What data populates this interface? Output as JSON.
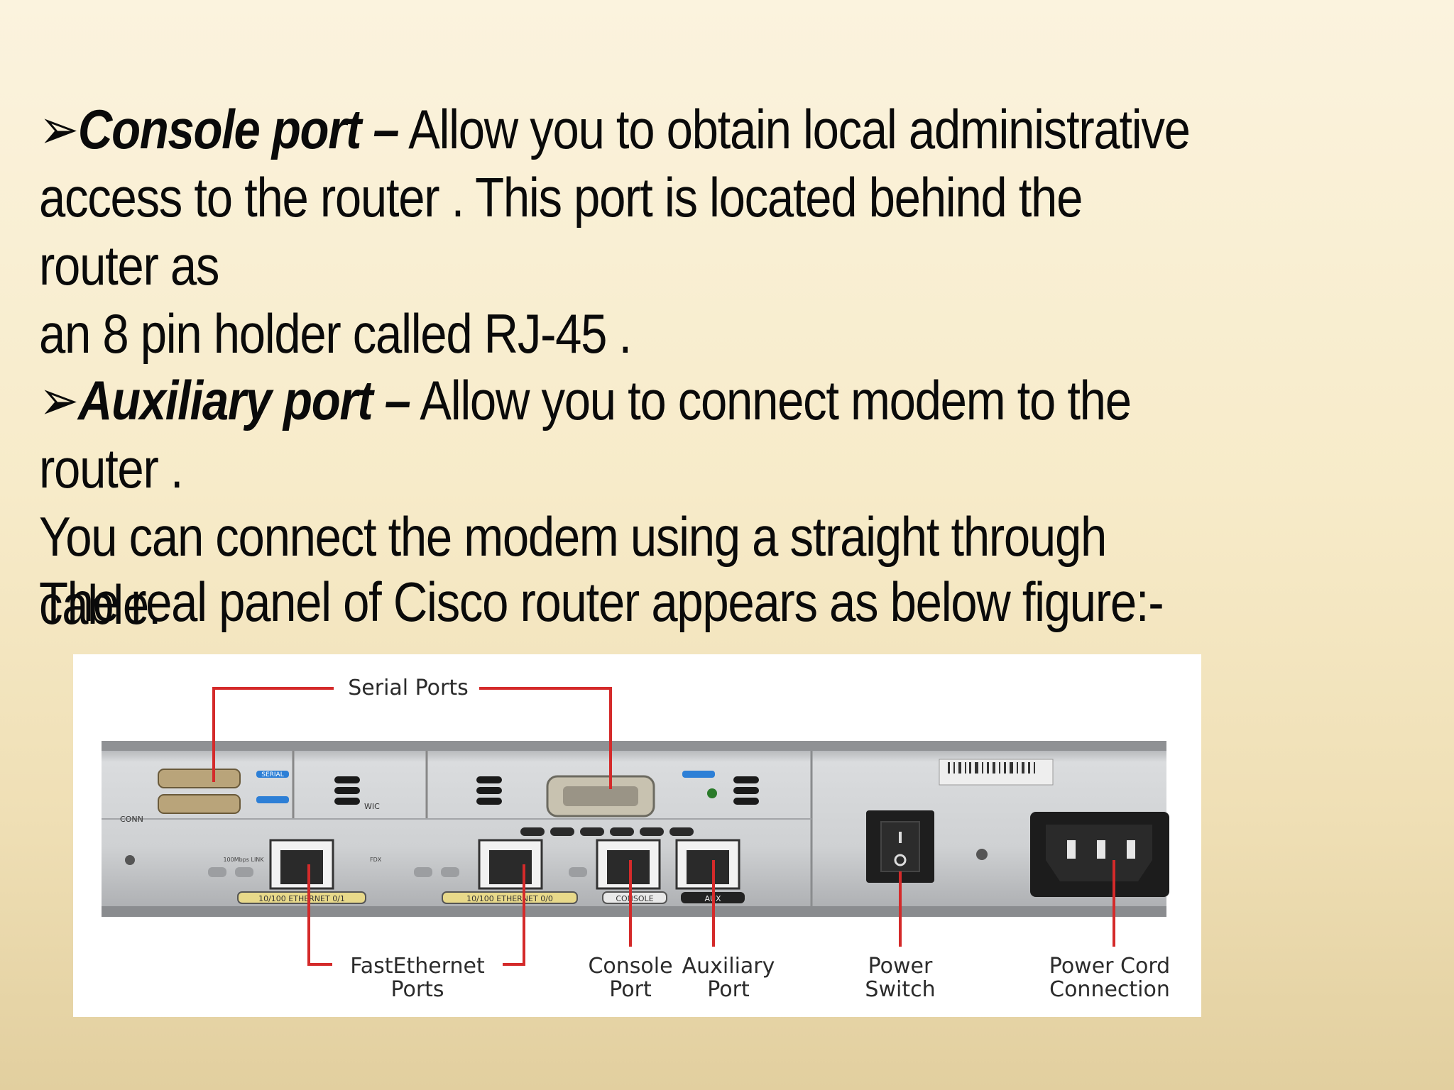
{
  "bullet1": {
    "marker": "➢",
    "lead": "Console port –",
    "line1": " Allow you to obtain local administrative",
    "line2": "access to the router . This port is located behind the router as",
    "line3": "an 8 pin holder called RJ-45 ."
  },
  "bullet2": {
    "marker": "➢",
    "lead": "Auxiliary port –",
    "line1": " Allow you to connect modem to the router .",
    "line2": "You can connect the modem using a straight through cable."
  },
  "caption": "The real panel of Cisco router appears as below figure:-",
  "figure": {
    "labels": {
      "serial": "Serial Ports",
      "fast_line1": "FastEthernet",
      "fast_line2": "Ports",
      "console_line1": "Console",
      "console_line2": "Port",
      "aux_line1": "Auxiliary",
      "aux_line2": "Port",
      "power_line1": "Power",
      "power_line2": "Switch",
      "cord_line1": "Power Cord",
      "cord_line2": "Connection"
    },
    "panel_text": {
      "conn": "CONN",
      "serial": "SERIAL",
      "wic": "WIC",
      "eth0": "10/100 ETHERNET 0/0",
      "eth1": "10/100 ETHERNET 0/1",
      "console": "CONSOLE",
      "aux": "AUX",
      "fdx": "FDX",
      "link": "100Mbps LINK"
    },
    "colors": {
      "leader": "#d42a2a",
      "panel": "#cfd1d3"
    }
  }
}
